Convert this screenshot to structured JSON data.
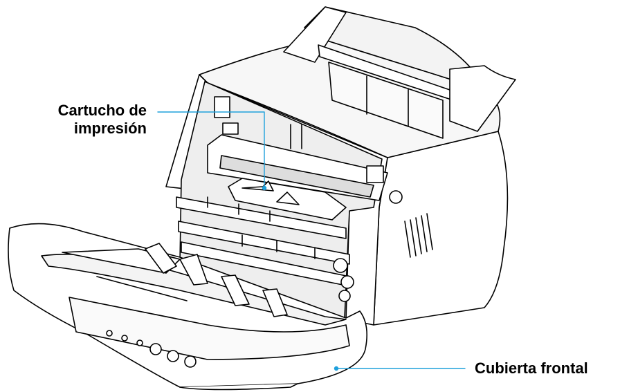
{
  "callouts": {
    "cartridge": {
      "line1": "Cartucho de",
      "line2": "impresión"
    },
    "front_cover": "Cubierta frontal"
  },
  "colors": {
    "leader_line": "#1ea0dc",
    "outline": "#000000"
  }
}
